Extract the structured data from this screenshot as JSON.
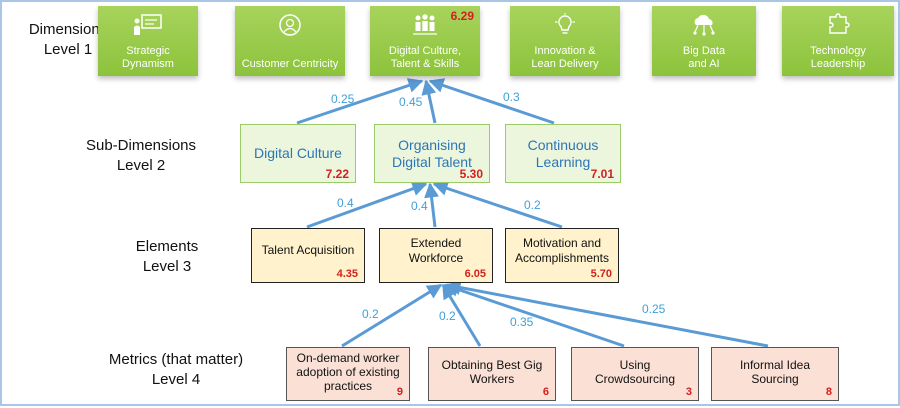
{
  "levels": {
    "dimensions": [
      "Dimensions",
      "Level 1"
    ],
    "subdimensions": [
      "Sub-Dimensions",
      "Level 2"
    ],
    "elements": [
      "Elements",
      "Level 3"
    ],
    "metrics": [
      "Metrics (that matter)",
      "Level 4"
    ]
  },
  "dimensions": [
    {
      "lines": [
        "Strategic",
        "Dynamism"
      ],
      "icon": "presentation-icon",
      "score": ""
    },
    {
      "lines": [
        "Customer Centricity"
      ],
      "icon": "customer-headset-icon",
      "score": ""
    },
    {
      "lines": [
        "Digital Culture,",
        "Talent & Skills"
      ],
      "icon": "team-people-icon",
      "score": "6.29"
    },
    {
      "lines": [
        "Innovation &",
        "Lean Delivery"
      ],
      "icon": "lightbulb-icon",
      "score": ""
    },
    {
      "lines": [
        "Big Data",
        "and AI"
      ],
      "icon": "cloud-network-icon",
      "score": ""
    },
    {
      "lines": [
        "Technology",
        "Leadership"
      ],
      "icon": "puzzle-icon",
      "score": ""
    }
  ],
  "subdimensions": [
    {
      "lines": [
        "Digital Culture"
      ],
      "score": "7.22"
    },
    {
      "lines": [
        "Organising",
        "Digital Talent"
      ],
      "score": "5.30"
    },
    {
      "lines": [
        "Continuous",
        "Learning"
      ],
      "score": "7.01"
    }
  ],
  "elements": [
    {
      "lines": [
        "Talent Acquisition"
      ],
      "score": "4.35"
    },
    {
      "lines": [
        "Extended",
        "Workforce"
      ],
      "score": "6.05"
    },
    {
      "lines": [
        "Motivation and",
        "Accomplishments"
      ],
      "score": "5.70"
    }
  ],
  "metrics": [
    {
      "lines": [
        "On-demand worker",
        "adoption of existing",
        "practices"
      ],
      "score": "9"
    },
    {
      "lines": [
        "Obtaining Best Gig",
        "Workers"
      ],
      "score": "6"
    },
    {
      "lines": [
        "Using",
        "Crowdsourcing"
      ],
      "score": "3"
    },
    {
      "lines": [
        "Informal Idea",
        "Sourcing"
      ],
      "score": "8"
    }
  ],
  "weights": {
    "level2_to_1": [
      "0.25",
      "0.45",
      "0.3"
    ],
    "level3_to_2": [
      "0.4",
      "0.4",
      "0.2"
    ],
    "level4_to_3": [
      "0.2",
      "0.2",
      "0.35",
      "0.25"
    ]
  },
  "colors": {
    "dimension_fill": "#8cc33c",
    "subdimension_fill": "#ebf6dd",
    "subdimension_text": "#2e75b6",
    "element_fill": "#fff2cc",
    "metric_fill": "#fbe0d6",
    "score": "#d32020",
    "arrow": "#5b9bd5",
    "weight_text": "#3fa0d8"
  }
}
